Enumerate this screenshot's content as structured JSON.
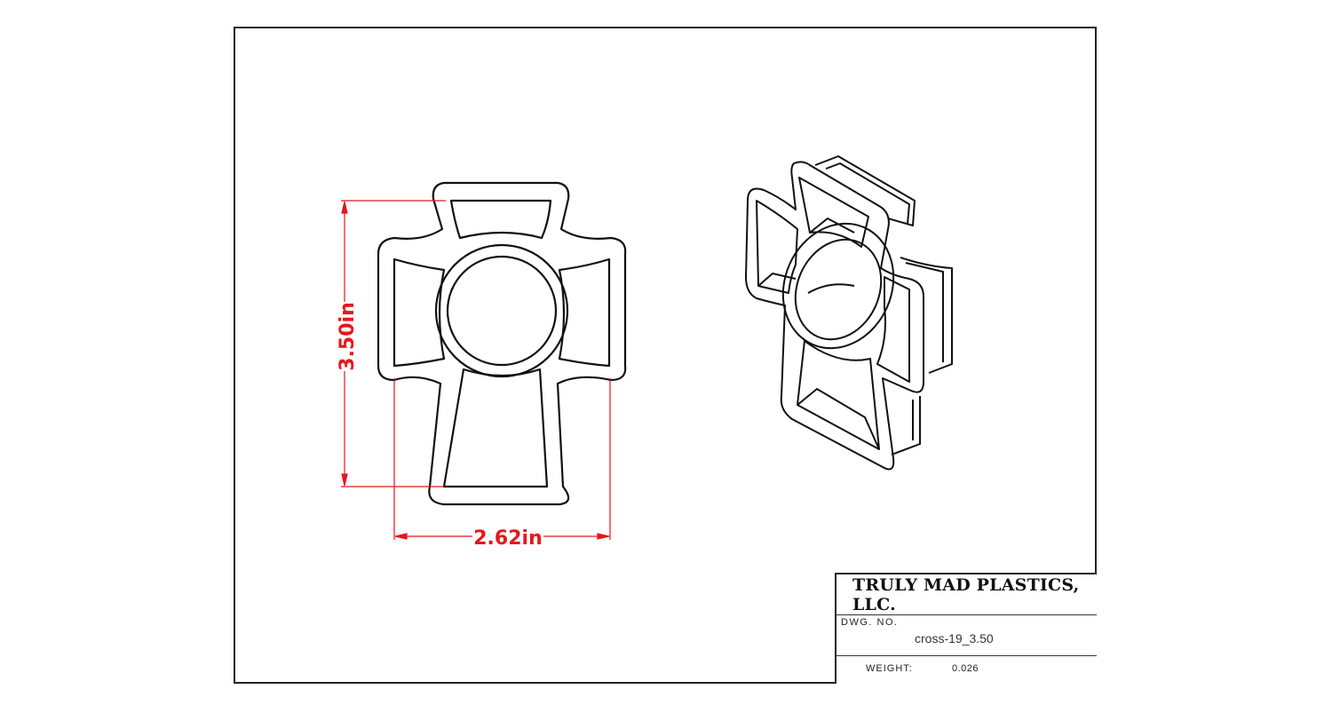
{
  "title_block": {
    "company": "TRULY MAD PLASTICS, LLC.",
    "dwg_no_label": "DWG. NO.",
    "dwg_no_value": "cross-19_3.50",
    "weight_label": "WEIGHT:",
    "weight_value": "0.026"
  },
  "dimensions": {
    "height": "3.50in",
    "width": "2.62in"
  },
  "colors": {
    "dimension": "#e8161b",
    "line": "#111111",
    "border": "#222222"
  }
}
